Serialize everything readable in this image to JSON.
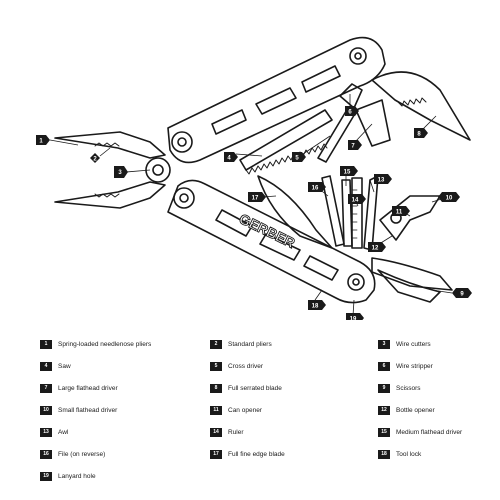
{
  "diagram": {
    "callouts": [
      {
        "num": "1"
      },
      {
        "num": "2"
      },
      {
        "num": "3"
      },
      {
        "num": "4"
      },
      {
        "num": "5"
      },
      {
        "num": "6"
      },
      {
        "num": "7"
      },
      {
        "num": "8"
      },
      {
        "num": "9"
      },
      {
        "num": "10"
      },
      {
        "num": "11"
      },
      {
        "num": "12"
      },
      {
        "num": "13"
      },
      {
        "num": "14"
      },
      {
        "num": "15"
      },
      {
        "num": "16"
      },
      {
        "num": "17"
      },
      {
        "num": "18"
      },
      {
        "num": "19"
      }
    ],
    "brand_text": "GERBER"
  },
  "legend": {
    "items": [
      {
        "num": "1",
        "label": "Spring-loaded needlenose pliers"
      },
      {
        "num": "2",
        "label": "Standard pliers"
      },
      {
        "num": "3",
        "label": "Wire cutters"
      },
      {
        "num": "4",
        "label": "Saw"
      },
      {
        "num": "5",
        "label": "Cross driver"
      },
      {
        "num": "6",
        "label": "Wire stripper"
      },
      {
        "num": "7",
        "label": "Large flathead driver"
      },
      {
        "num": "8",
        "label": "Full serrated blade"
      },
      {
        "num": "9",
        "label": "Scissors"
      },
      {
        "num": "10",
        "label": "Small flathead driver"
      },
      {
        "num": "11",
        "label": "Can opener"
      },
      {
        "num": "12",
        "label": "Bottle opener"
      },
      {
        "num": "13",
        "label": "Awl"
      },
      {
        "num": "14",
        "label": "Ruler"
      },
      {
        "num": "15",
        "label": "Medium flathead driver"
      },
      {
        "num": "16",
        "label": "File (on reverse)"
      },
      {
        "num": "17",
        "label": "Full fine edge blade"
      },
      {
        "num": "18",
        "label": "Tool lock"
      },
      {
        "num": "19",
        "label": "Lanyard hole"
      }
    ]
  }
}
